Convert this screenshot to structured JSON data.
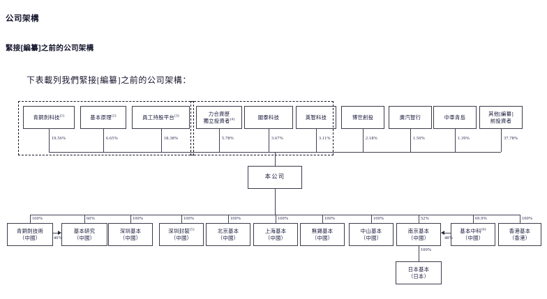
{
  "page": {
    "heading": "公司架構",
    "subheading": "緊接[編纂]之前的公司架構",
    "intro": "下表載列我們緊接[編纂]之前的公司架構："
  },
  "chart_data": {
    "type": "diagram",
    "title": "公司架構",
    "company": {
      "label": "本公司"
    },
    "shareholders": [
      {
        "name": "青銅劍科技",
        "sup": "(1)",
        "pct": "19.56%",
        "group": "concert-party"
      },
      {
        "name": "基本原理",
        "sup": "(2)",
        "pct": "6.65%",
        "group": "concert-party"
      },
      {
        "name": "員工持股平台",
        "sup": "(3)",
        "pct": "18.38%",
        "group": "concert-party"
      },
      {
        "name": "力合資歷\n獨立投資者",
        "sup": "(4)",
        "pct": "5.78%",
        "group": "outer-dashed"
      },
      {
        "name": "闔泰科技",
        "sup": "",
        "pct": "3.67%",
        "group": "outer-dashed"
      },
      {
        "name": "英智科技",
        "sup": "",
        "pct": "3.11%",
        "group": "outer-dashed"
      },
      {
        "name": "博世創投",
        "sup": "",
        "pct": "2.18%",
        "group": "none"
      },
      {
        "name": "廣汽智行",
        "sup": "",
        "pct": "1.50%",
        "group": "none"
      },
      {
        "name": "中車青島",
        "sup": "",
        "pct": "1.39%",
        "group": "none"
      },
      {
        "name": "其他[編纂]\n前投資者",
        "sup": "",
        "pct": "37.78%",
        "group": "none"
      }
    ],
    "subsidiaries": [
      {
        "name": "青銅劍技術",
        "region": "（中國）",
        "sup": "",
        "pct": "100%"
      },
      {
        "name": "基本研究",
        "region": "（中國）",
        "sup": "",
        "pct": "60%"
      },
      {
        "name": "深圳基本",
        "region": "（中國）",
        "sup": "",
        "pct": "100%"
      },
      {
        "name": "深圳封裝",
        "region": "（中國）",
        "sup": "(5)",
        "pct": "100%"
      },
      {
        "name": "北京基本",
        "region": "（中國）",
        "sup": "",
        "pct": "100%"
      },
      {
        "name": "上海基本",
        "region": "（中國）",
        "sup": "",
        "pct": "100%"
      },
      {
        "name": "無錫基本",
        "region": "（中國）",
        "sup": "",
        "pct": "100%"
      },
      {
        "name": "中山基本",
        "region": "（中國）",
        "sup": "",
        "pct": "100%"
      },
      {
        "name": "南京基本",
        "region": "（中國）",
        "sup": "",
        "pct": "52%"
      },
      {
        "name": "基本中科",
        "region": "（中國）",
        "sup": "(6)",
        "pct": "69.9%"
      },
      {
        "name": "香港基本",
        "region": "（香港）",
        "sup": "",
        "pct": "100%"
      }
    ],
    "sub_subsidiary": {
      "name": "日本基本",
      "region": "（日本）",
      "pct": "100%"
    },
    "cross_holdings": [
      {
        "from": "青銅劍技術（中國）",
        "to": "基本研究（中國）",
        "pct": "40%",
        "direction": "right"
      },
      {
        "from": "基本中科（中國）",
        "to": "南京基本（中國）",
        "pct": "48%",
        "direction": "left"
      }
    ]
  }
}
